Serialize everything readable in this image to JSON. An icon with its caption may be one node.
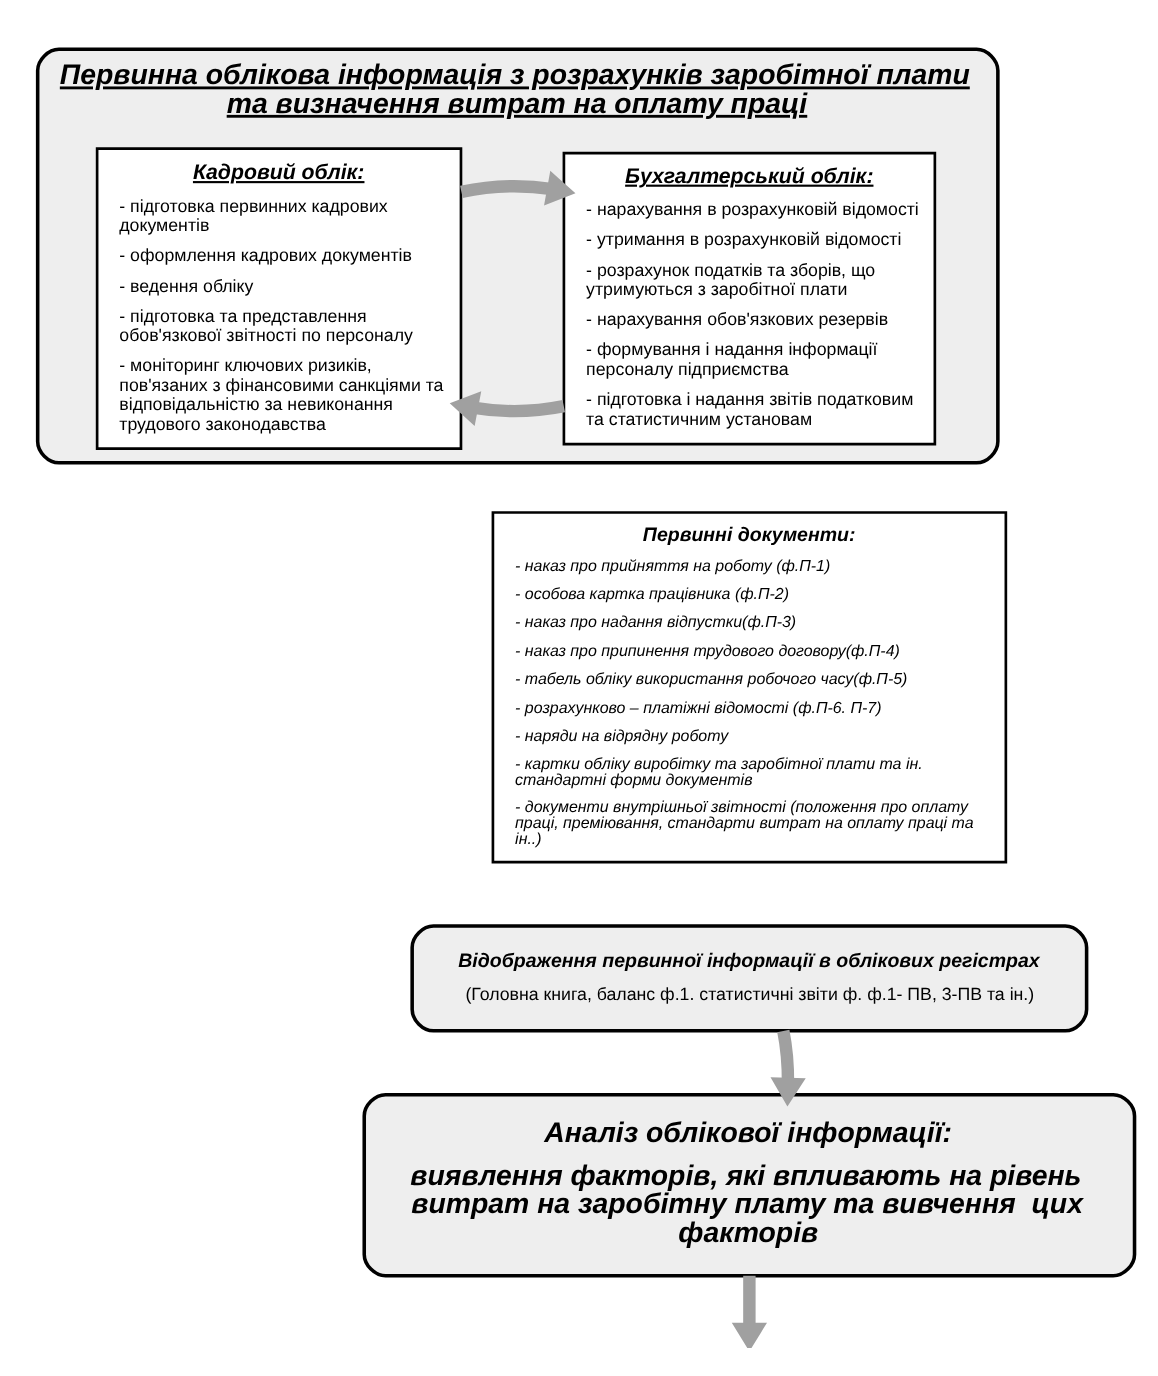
{
  "diagram": {
    "nodes": [
      {
        "text": [
          "Первинна облікова інформація з розрахунків заробітної плати та визначення витрат на оплату праці"
        ]
      },
      {
        "text": [
          "Бухгалтерський облік:",
          "- нарахування в розрахунковій відомості",
          "- утримання в розрахунковій відомості",
          "- розрахунок податків та зборів, що утримуються з заробітної плати",
          "- нарахування обов'язкових резервів",
          "- формування і надання інформації персоналу підприємства",
          "- підготовка і надання звітів податковим та статистичним установам"
        ],
        "in": 0
      },
      {
        "text": [
          "Кадровий облік:",
          "- підготовка первинних кадрових документів",
          "- оформлення кадрових документів",
          "- ведення обліку",
          "- підготовка та представлення обов'язкової звітності по персоналу",
          "- моніторинг ключових ризиків, пов'язаних з фінансовими санкціями та відповідальністю за невиконання трудового законодавства"
        ],
        "in": 0
      },
      {
        "text": [
          "Первинні документи:",
          "- наказ про прийняття на роботу (ф.П-1)",
          "- особова картка працівника (ф.П-2)",
          "- наказ про надання відпустки(ф.П-3)",
          "- наказ про припинення трудового договору(ф.П-4)",
          "- табель обліку використання робочого часу(ф.П-5)",
          "- розрахунково – платіжні відомості (ф.П-6. П-7)",
          "- наряди на відрядну роботу",
          "- картки обліку виробітку та заробітної плати та ін. стандартні форми документів",
          "- документи внутрішньої звітності (положення про оплату праці, преміювання, стандарти витрат на оплату праці та ін..)"
        ]
      },
      {
        "text": [
          "Відображення первинної інформації в облікових регістрах",
          "(Головна книга, баланс ф.1. статистичні звіти ф. ф.1- ПВ, 3-ПВ та ін.)"
        ]
      },
      {
        "text": [
          "Аналіз облікової інформації:",
          "виявлення факторів, які впливають на рівень витрат на заробітну плату та вивчення  цих факторів"
        ]
      }
    ],
    "edges": [
      {
        "from": 1,
        "to": 2,
        "arrow": "to"
      },
      {
        "from": 2,
        "to": 1,
        "arrow": "to"
      },
      {
        "from": 4,
        "to": 5,
        "arrow": "to"
      },
      {
        "from": 5,
        "to": null,
        "arrow": "to"
      }
    ]
  }
}
